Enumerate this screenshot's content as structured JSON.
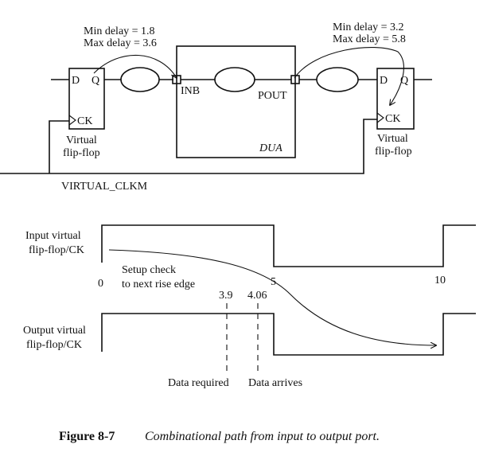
{
  "schematic": {
    "delay_left": {
      "min": "Min delay = 1.8",
      "max": "Max delay = 3.6"
    },
    "delay_right": {
      "min": "Min delay = 3.2",
      "max": "Max delay = 5.8"
    },
    "ff_left": {
      "d": "D",
      "q": "Q",
      "ck": "CK",
      "label1": "Virtual",
      "label2": "flip-flop"
    },
    "ff_right": {
      "d": "D",
      "q": "Q",
      "ck": "CK",
      "label1": "Virtual",
      "label2": "flip-flop"
    },
    "dua": {
      "name": "DUA",
      "port_in": "INB",
      "port_out": "POUT"
    },
    "clock_label": "VIRTUAL_CLKM"
  },
  "timing": {
    "input_label1": "Input virtual",
    "input_label2": "flip-flop/CK",
    "output_label1": "Output virtual",
    "output_label2": "flip-flop/CK",
    "tick_0": "0",
    "tick_5": "5",
    "tick_10": "10",
    "setup_line1": "Setup check",
    "setup_line2": "to next rise edge",
    "t_required": "3.9",
    "t_arrives": "4.06",
    "data_required": "Data required",
    "data_arrives": "Data arrives"
  },
  "caption": {
    "figure": "Figure 8-7",
    "text": "Combinational path from input to output port."
  }
}
